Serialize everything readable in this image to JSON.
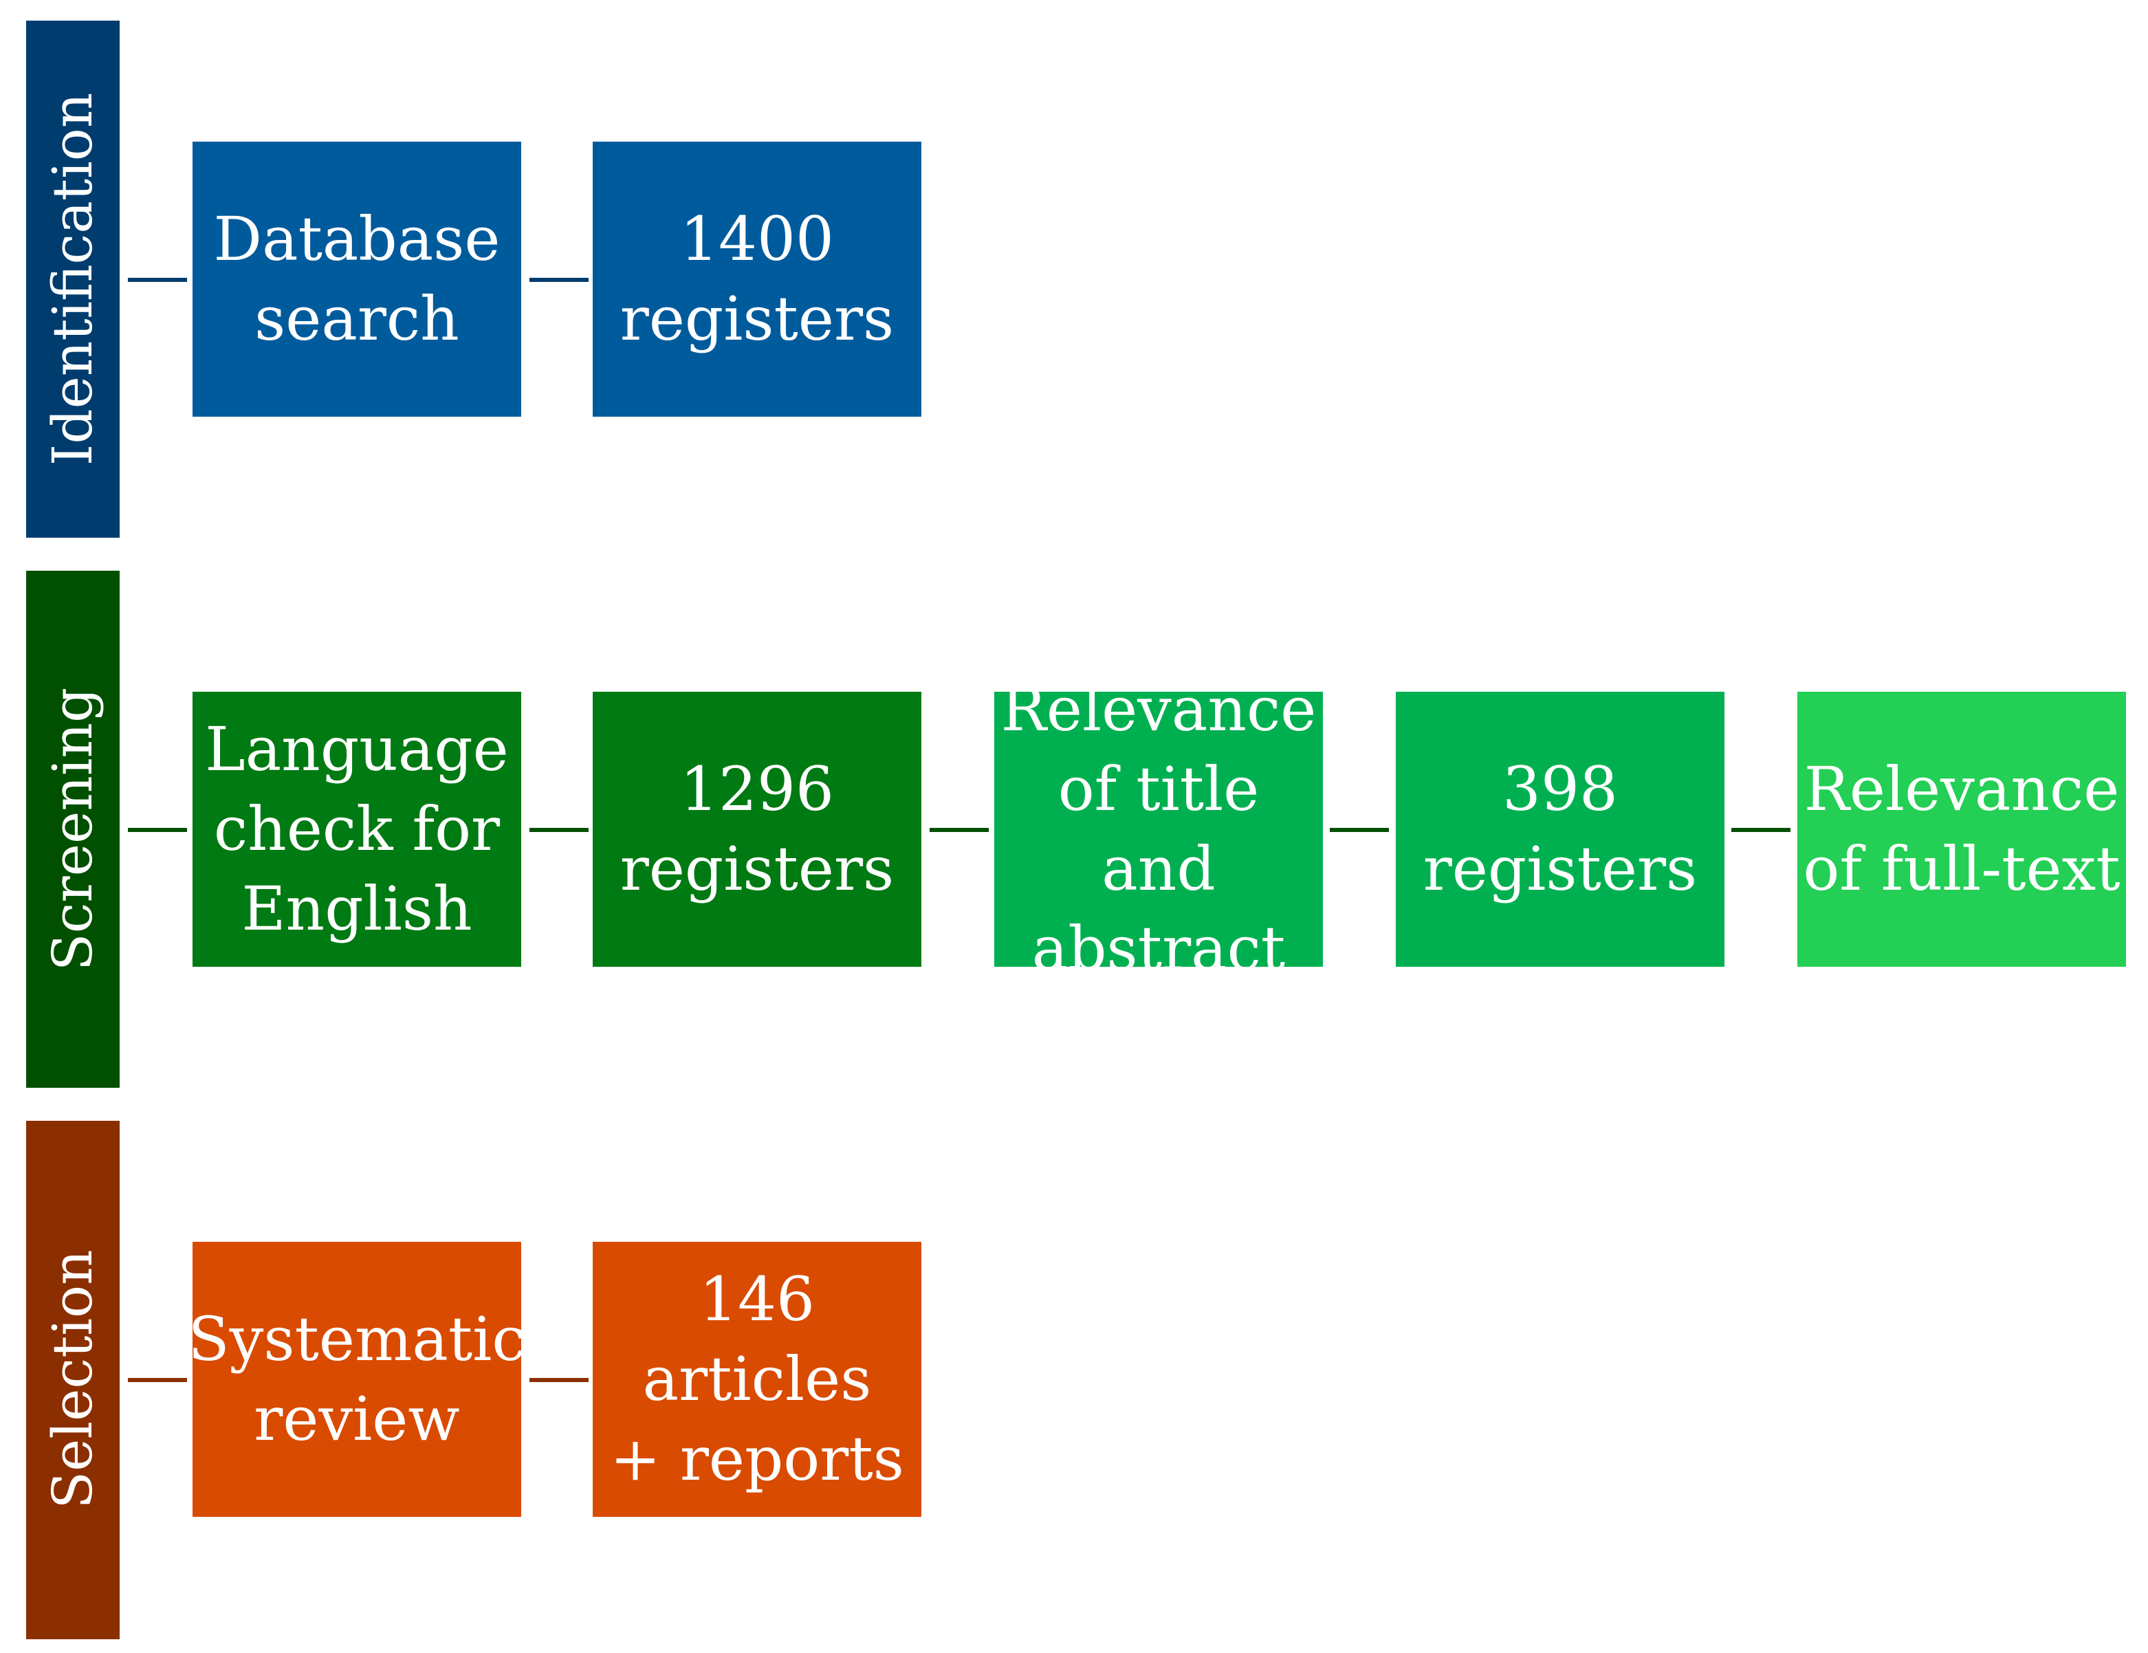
{
  "colors": {
    "identification": "#003c6e",
    "identification_box": "#005b9d",
    "screening": "#005000",
    "screening_box_1": "#007a12",
    "screening_box_2": "#00b050",
    "screening_box_3": "#23cf55",
    "selection": "#8b2f00",
    "selection_box": "#d94b00"
  },
  "phases": [
    {
      "label": "Identification",
      "boxes": [
        "Database\nsearch",
        "1400\nregisters"
      ]
    },
    {
      "label": "Screening",
      "boxes": [
        "Language\ncheck for\nEnglish",
        "1296\nregisters",
        "Relevance\nof title and\nabstract",
        "398\nregisters",
        "Relevance\nof full-text"
      ]
    },
    {
      "label": "Selection",
      "boxes": [
        "Systematic\nreview",
        "146 articles\n+ reports"
      ]
    }
  ]
}
